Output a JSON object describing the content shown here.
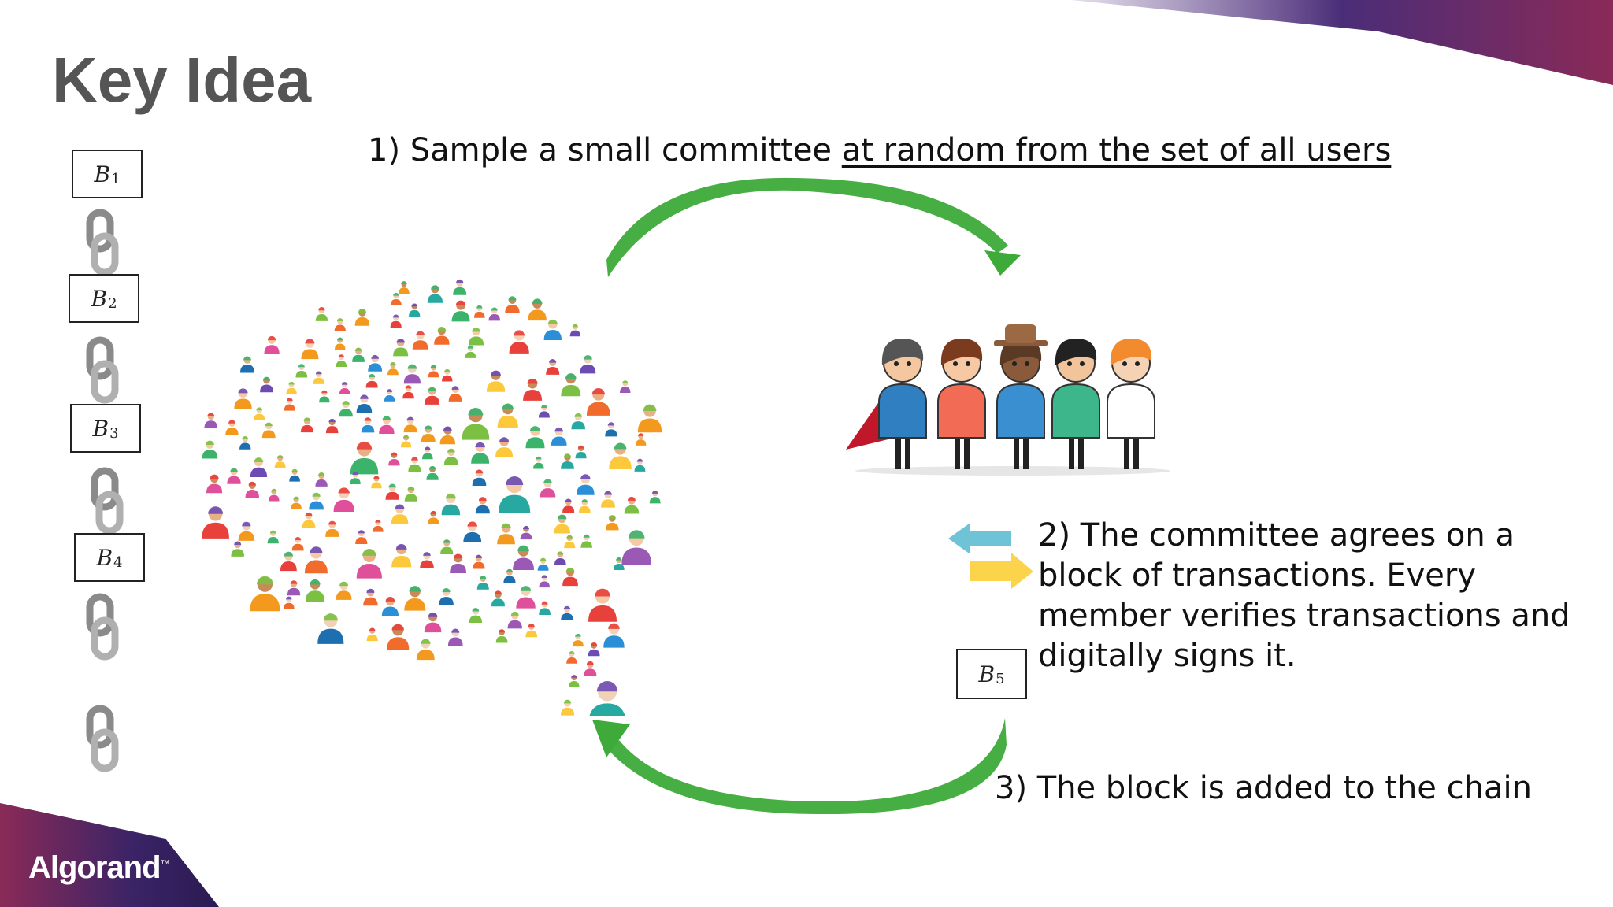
{
  "slide": {
    "title": "Key Idea",
    "step1_plain": "1) Sample a small committee",
    "step1_underlined": "at random from the set of all users",
    "step2_text": "2) The committee agrees on a block of transactions. Every member verifies transactions and digitally signs it.",
    "step3_text": "3) The block is added to the chain"
  },
  "chain": {
    "blocks": [
      {
        "letter": "B",
        "sub": "1"
      },
      {
        "letter": "B",
        "sub": "2"
      },
      {
        "letter": "B",
        "sub": "3"
      },
      {
        "letter": "B",
        "sub": "4"
      }
    ],
    "new_block": {
      "letter": "B",
      "sub": "5"
    }
  },
  "brand": {
    "logo_text": "Algorand",
    "trademark": "™"
  },
  "colors": {
    "title": "#555555",
    "arrow_green": "#3daa3a",
    "arrow_blue": "#6ec3d6",
    "arrow_yellow": "#fbd44c",
    "corner_purple": "#3b2466",
    "corner_magenta": "#8a2a57"
  },
  "icons": {
    "crowd": "crowd-speech-bubble-icon",
    "committee": "committee-group-icon",
    "chain_link": "chain-link-icon",
    "exchange": "exchange-arrows-icon"
  }
}
